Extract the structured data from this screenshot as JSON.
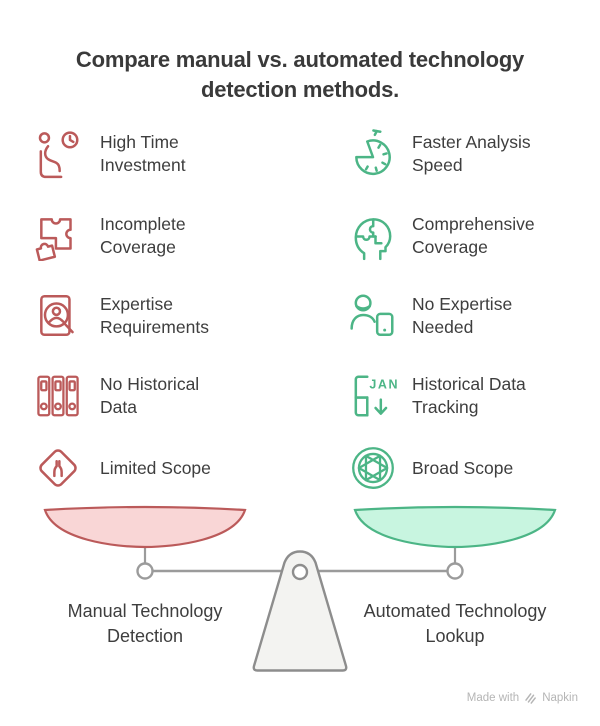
{
  "title": {
    "lines": [
      "Compare manual vs. automated technology",
      "detection methods."
    ]
  },
  "comparison": {
    "left": {
      "items": [
        {
          "icon": "seated-person-clock-icon",
          "lines": [
            "High Time",
            "Investment"
          ]
        },
        {
          "icon": "puzzle-piece-icon",
          "lines": [
            "Incomplete",
            "Coverage"
          ]
        },
        {
          "icon": "expertise-search-icon",
          "lines": [
            "Expertise",
            "Requirements"
          ]
        },
        {
          "icon": "archive-binders-icon",
          "lines": [
            "No Historical",
            "Data"
          ]
        },
        {
          "icon": "narrow-scope-diamond-icon",
          "lines": [
            "Limited Scope"
          ]
        }
      ],
      "pan_label_lines": [
        "Manual Technology",
        "Detection"
      ]
    },
    "right": {
      "items": [
        {
          "icon": "stopwatch-icon",
          "lines": [
            "Faster Analysis",
            "Speed"
          ]
        },
        {
          "icon": "puzzle-brain-icon",
          "lines": [
            "Comprehensive",
            "Coverage"
          ]
        },
        {
          "icon": "person-device-icon",
          "lines": [
            "No Expertise",
            "Needed"
          ]
        },
        {
          "icon": "calendar-tracking-icon",
          "lines": [
            "Historical Data",
            "Tracking"
          ],
          "icon_text": "JAN"
        },
        {
          "icon": "aperture-icon",
          "lines": [
            "Broad Scope"
          ]
        }
      ],
      "pan_label_lines": [
        "Automated Technology",
        "Lookup"
      ]
    }
  },
  "watermark": {
    "prefix": "Made with",
    "brand": "Napkin",
    "logo": "napkin-logo-icon"
  },
  "colors": {
    "red": "#bb5a5a",
    "red_fill": "#f9d6d6",
    "green": "#4cb586",
    "green_fill": "#c8f5e0",
    "gray": "#9b9b9b",
    "fulcrum_fill": "#f3f3f1",
    "fulcrum_stroke": "#8d8d8d",
    "text": "#3e3e3e",
    "title": "#3a3a3a",
    "watermark": "#b5b5b5"
  }
}
